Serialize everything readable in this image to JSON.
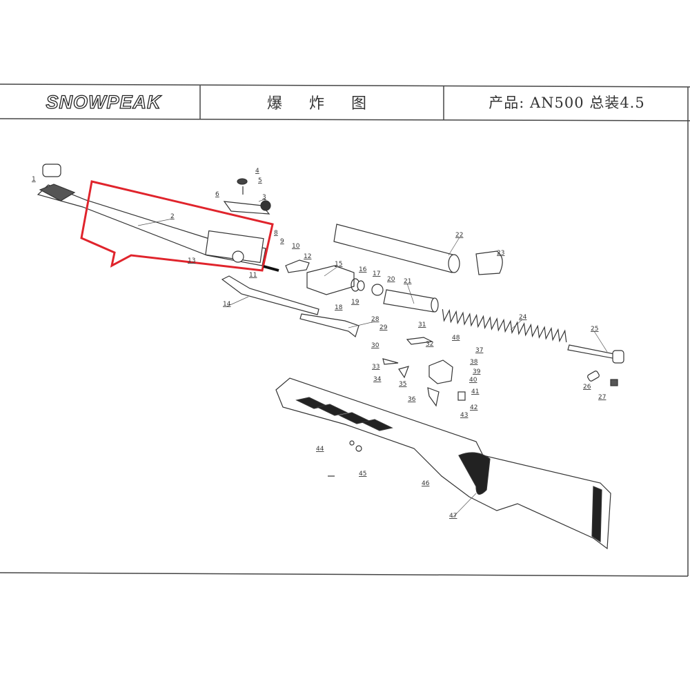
{
  "header": {
    "brand_logo": "SNOWPEAK",
    "title": "爆 炸 图",
    "product": "产品: AN500 总装4.5"
  },
  "highlight_color": "#e0242c",
  "part_numbers": [
    "1",
    "2",
    "3",
    "4",
    "5",
    "6",
    "8",
    "9",
    "10",
    "11",
    "12",
    "13",
    "14",
    "15",
    "16",
    "17",
    "18",
    "19",
    "20",
    "21",
    "22",
    "23",
    "24",
    "25",
    "26",
    "27",
    "28",
    "29",
    "30",
    "31",
    "32",
    "33",
    "34",
    "35",
    "36",
    "37",
    "38",
    "39",
    "40",
    "41",
    "42",
    "43",
    "44",
    "45",
    "46",
    "47",
    "48"
  ]
}
